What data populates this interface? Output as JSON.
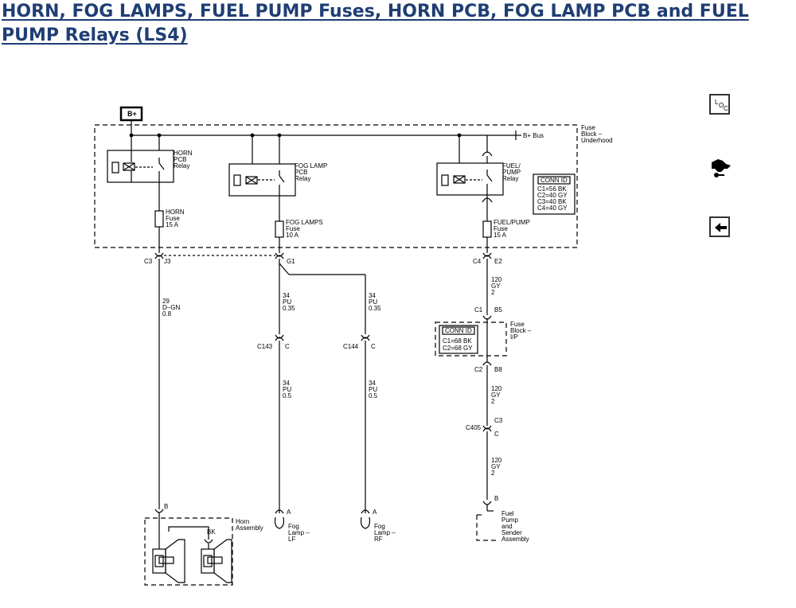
{
  "page": {
    "title": "HORN, FOG LAMPS, FUEL PUMP Fuses, HORN PCB, FOG LAMP PCB and FUEL PUMP Relays (LS4)"
  },
  "nav": {
    "loc_icon": "location-view-icon",
    "component_icon": "component-view-icon",
    "back_icon": "back-arrow-icon"
  },
  "diagram": {
    "bplus_label": "B+",
    "bplus_bus_label": "B+ Bus",
    "fuse_block_underhood": [
      "Fuse",
      "Block –",
      "Underhood"
    ],
    "horn_relay": [
      "HORN",
      "PCB",
      "Relay"
    ],
    "fog_relay": [
      "FOG LAMP",
      "PCB",
      "Relay"
    ],
    "fuel_relay": [
      "FUEL/",
      "PUMP",
      "Relay"
    ],
    "conn_id_1": {
      "header": "CONN ID",
      "lines": [
        "C1=56 BK",
        "C2=40 GY",
        "C3=40 BK",
        "C4=40 GY"
      ]
    },
    "horn_fuse": [
      "HORN",
      "Fuse",
      "15 A"
    ],
    "fog_fuse": [
      "FOG LAMPS",
      "Fuse",
      "10 A"
    ],
    "fuel_fuse": [
      "FUEL/PUMP",
      "Fuse",
      "15 A"
    ],
    "c3": "C3",
    "j3": "J3",
    "g1": "G1",
    "c4": "C4",
    "e2": "E2",
    "wire_horn": [
      "29",
      "D–GN",
      "0.8"
    ],
    "wire_fog_lf_1": [
      "34",
      "PU",
      "0.35"
    ],
    "wire_fog_rf_1": [
      "34",
      "PU",
      "0.35"
    ],
    "wire_fuel_1": [
      "120",
      "GY",
      "2"
    ],
    "c1": "C1",
    "b5": "B5",
    "conn_id_2": {
      "header": "CONN ID",
      "lines": [
        "C1=68 BK",
        "C2=68 GY"
      ]
    },
    "fuse_block_ip": [
      "Fuse",
      "Block –",
      "I/P"
    ],
    "c2": "C2",
    "b8": "B8",
    "c143": "C143",
    "c143_pin": "C",
    "c144": "C144",
    "c144_pin": "C",
    "wire_fog_lf_2": [
      "34",
      "PU",
      "0.5"
    ],
    "wire_fog_rf_2": [
      "34",
      "PU",
      "0.5"
    ],
    "wire_fuel_2": [
      "120",
      "GY",
      "2"
    ],
    "c405": "C405",
    "c405_c3": "C3",
    "c405_c": "C",
    "wire_fuel_3": [
      "120",
      "GY",
      "2"
    ],
    "horn_pin_b": "B",
    "horn_bk": "BK",
    "horn_assembly": [
      "Horn",
      "Assembly"
    ],
    "fog_lf_pin": "A",
    "fog_lf": [
      "Fog",
      "Lamp –",
      "LF"
    ],
    "fog_rf_pin": "A",
    "fog_rf": [
      "Fog",
      "Lamp –",
      "RF"
    ],
    "fuel_pin_b": "B",
    "fuel_pump_sender": [
      "Fuel",
      "Pump",
      "and",
      "Sender",
      "Assembly"
    ]
  }
}
